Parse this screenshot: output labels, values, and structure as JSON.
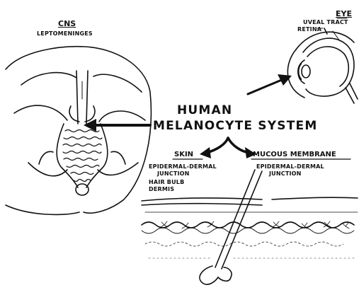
{
  "title": {
    "line1": "HUMAN",
    "line2": "MELANOCYTE SYSTEM"
  },
  "cns": {
    "title": "CNS",
    "sub": "LEPTOMENINGES"
  },
  "eye": {
    "title": "EYE",
    "uveal": "UVEAL TRACT",
    "retina": "RETINA"
  },
  "skin": {
    "title": "SKIN",
    "items": [
      "EPIDERMAL-DERMAL",
      "JUNCTION",
      "HAIR BULB",
      "DERMIS"
    ]
  },
  "mucous": {
    "title": "MUCOUS MEMBRANE",
    "items": [
      "EPIDERMAL-DERMAL",
      "JUNCTION"
    ]
  }
}
